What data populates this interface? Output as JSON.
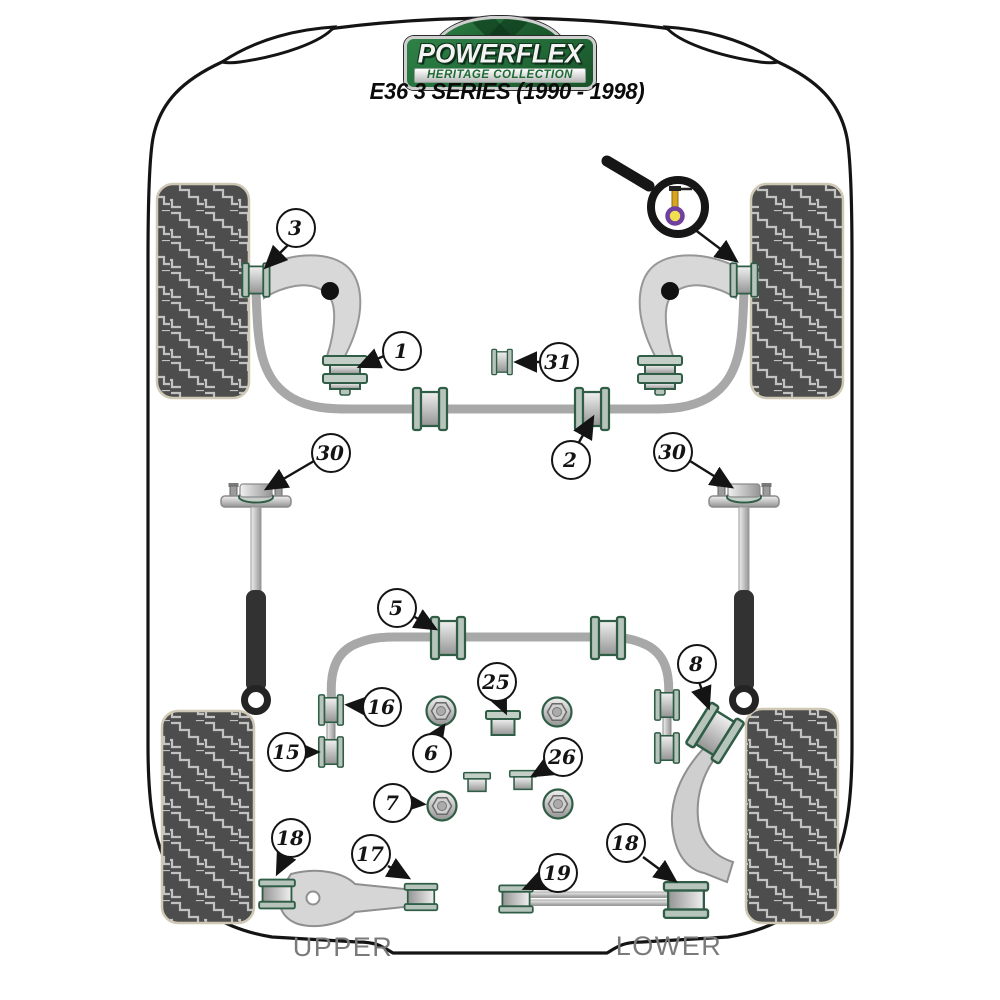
{
  "header": {
    "brand": "POWERFLEX",
    "collection": "HERITAGE COLLECTION",
    "model": "E36 3 SERIES (1990 - 1998)"
  },
  "diagram": {
    "section_labels": {
      "upper": "UPPER",
      "lower": "LOWER"
    },
    "callouts": [
      {
        "label": "3"
      },
      {
        "label": "1"
      },
      {
        "label": "31"
      },
      {
        "label": "2"
      },
      {
        "label": "30"
      },
      {
        "label": "30"
      },
      {
        "label": "5"
      },
      {
        "label": "8"
      },
      {
        "label": "16"
      },
      {
        "label": "25"
      },
      {
        "label": "15"
      },
      {
        "label": "6"
      },
      {
        "label": "26"
      },
      {
        "label": "7"
      },
      {
        "label": "18"
      },
      {
        "label": "17"
      },
      {
        "label": "19"
      },
      {
        "label": "18"
      }
    ],
    "icons": [
      "magnifier-icon"
    ],
    "colors": {
      "brand_green": "#226b38",
      "bushing_green": "#2f5d46",
      "bar_gray": "#a8a8a8",
      "tire_gray": "#4d4d4d",
      "label_gray": "#7a7a7a"
    }
  }
}
